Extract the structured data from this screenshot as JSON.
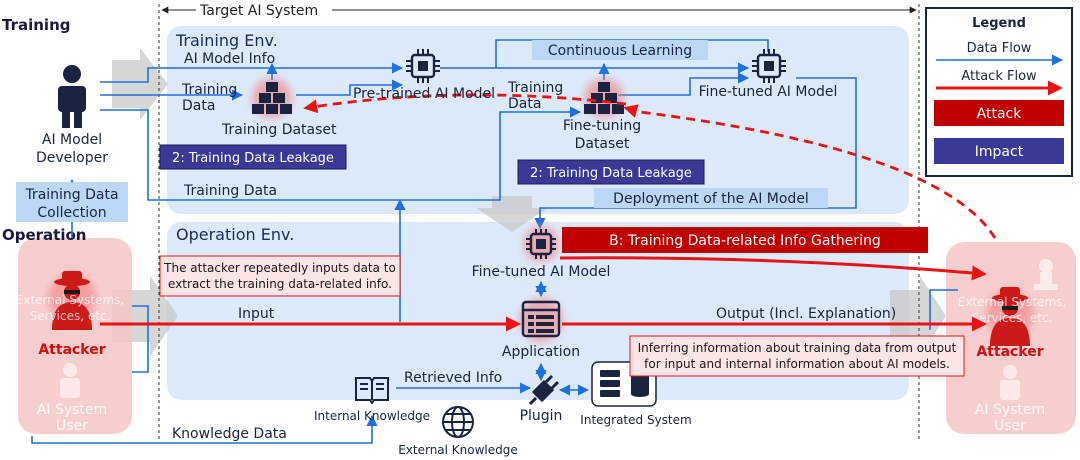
{
  "sections": {
    "training": "Training",
    "operation": "Operation",
    "target_system": "Target AI System",
    "training_env": "Training Env.",
    "operation_env": "Operation Env."
  },
  "legend": {
    "title": "Legend",
    "data_flow": "Data Flow",
    "attack_flow": "Attack Flow",
    "attack": "Attack",
    "impact": "Impact"
  },
  "actors": {
    "developer": [
      "AI Model",
      "Developer"
    ],
    "attacker": "Attacker",
    "system_user": [
      "AI System",
      "User"
    ],
    "external_systems": [
      "External Systems,",
      "Services, etc."
    ]
  },
  "labels": {
    "ai_model_info": "AI Model Info",
    "training_data_1": [
      "Training",
      "Data"
    ],
    "training_data_2": [
      "Training",
      "Data"
    ],
    "training_data_bottom": "Training Data",
    "training_data_collection": [
      "Training Data",
      "Collection"
    ],
    "training_dataset": "Training Dataset",
    "pretrained_model": "Pre-trained AI Model",
    "finetuning_dataset": [
      "Fine-tuning",
      "Dataset"
    ],
    "finetuned_model_top": "Fine-tuned AI Model",
    "continuous_learning": "Continuous Learning",
    "deployment": "Deployment of the AI Model",
    "finetuned_model_op": "Fine-tuned AI Model",
    "application": "Application",
    "input": "Input",
    "output": "Output (Incl. Explanation)",
    "retrieved_info": "Retrieved Info",
    "internal_knowledge": "Internal Knowledge",
    "external_knowledge": "External Knowledge",
    "plugin": "Plugin",
    "integrated_system": "Integrated System",
    "knowledge_data": "Knowledge Data"
  },
  "impacts": {
    "leakage_1": "2: Training Data Leakage",
    "leakage_2": "2: Training Data Leakage"
  },
  "attack_box": "B: Training Data-related Info Gathering",
  "notes": {
    "attacker_note": [
      "The attacker repeatedly inputs data to",
      "extract the training data-related info."
    ],
    "inference_note": [
      "Inferring information about training data from output",
      "for input and internal information about AI models."
    ]
  },
  "colors": {
    "data_flow": "#1f6fe0",
    "attack_flow": "#e81414",
    "attack_box": "#c00000",
    "impact_box": "#3a3a96",
    "env_bg": "#dce9fb",
    "actor_bg": "#f6c6c6",
    "label_bg": "#bcd6f6"
  }
}
